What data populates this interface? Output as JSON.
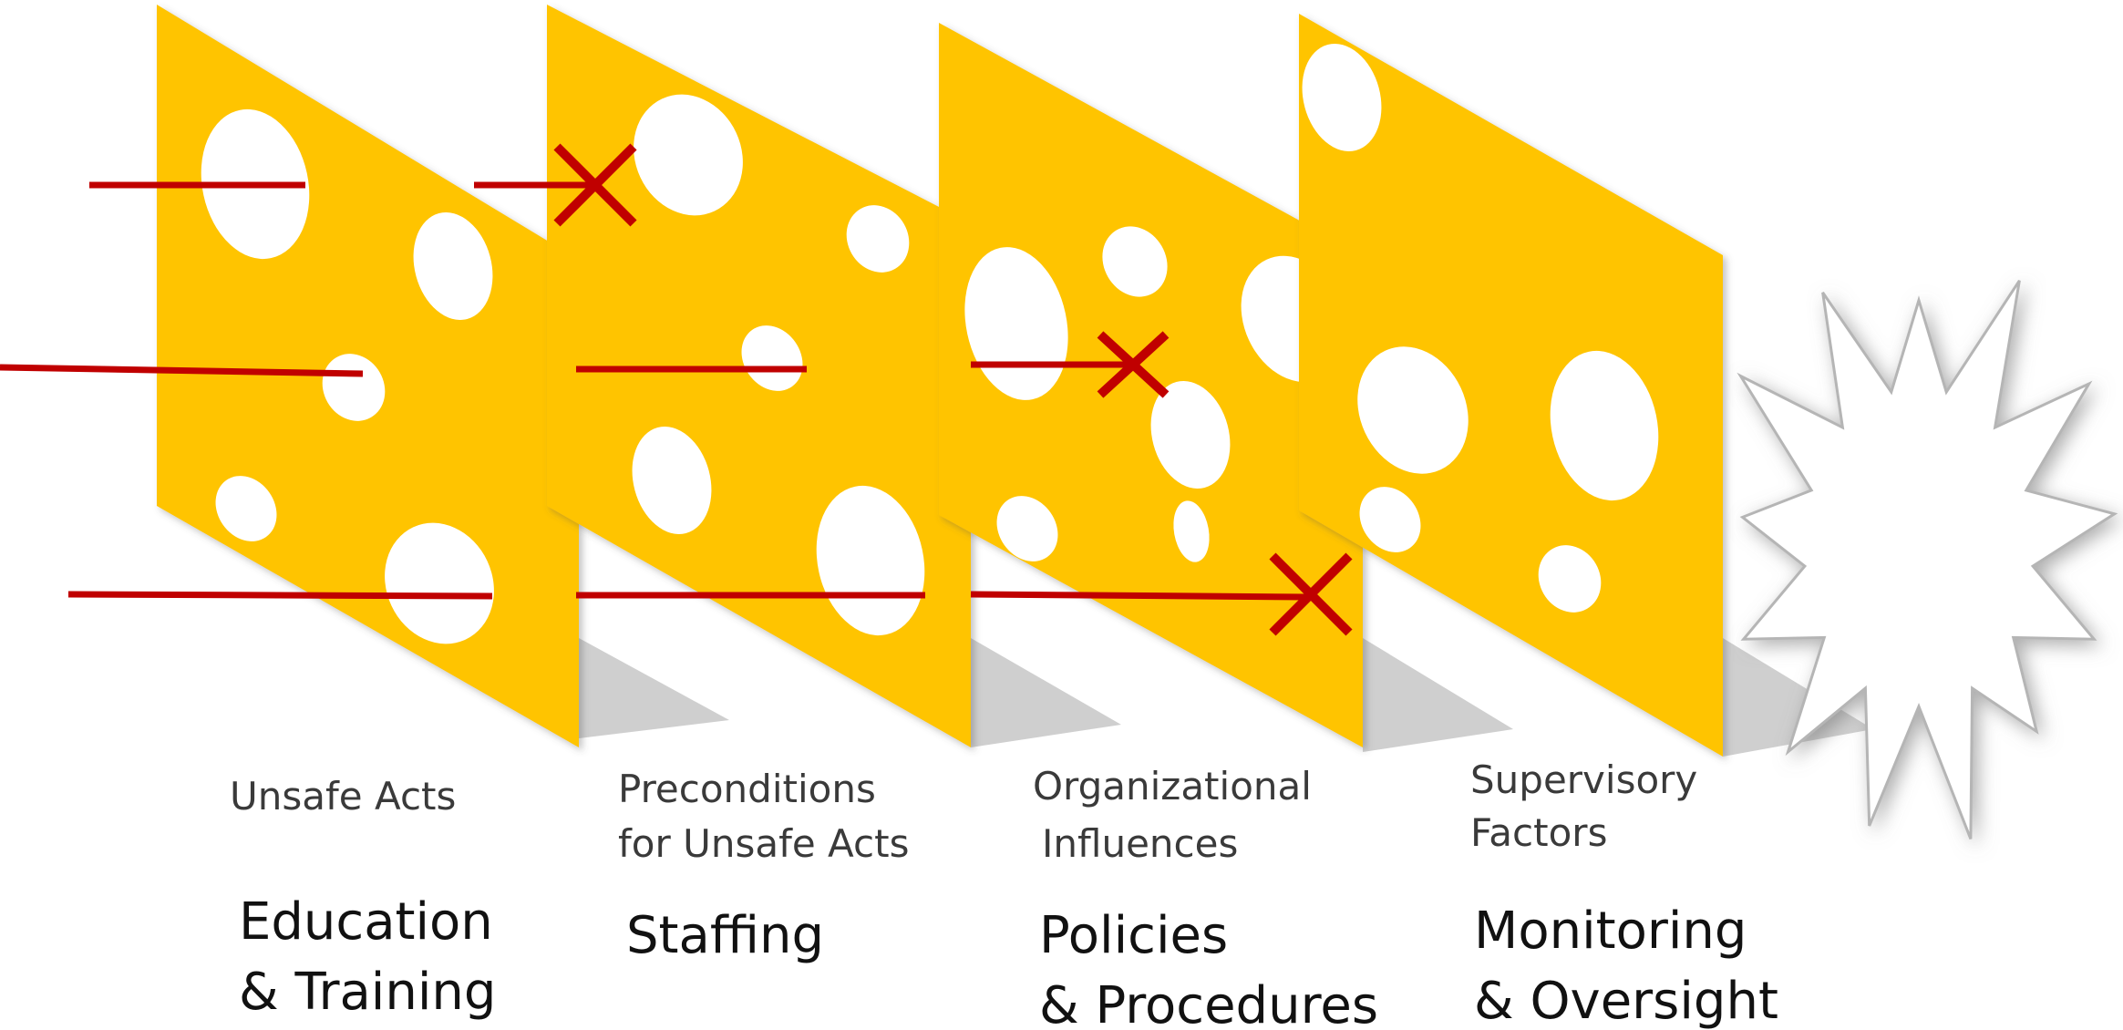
{
  "diagram": {
    "colors": {
      "slice": "#ffc400",
      "hole": "#ffffff",
      "trajectory": "#c00000",
      "shadow": "#cfcfcf",
      "starburst_edge": "#b5b5b5"
    },
    "layers": [
      {
        "category": [
          "Unsafe Acts"
        ],
        "control": [
          "Education",
          "& Training"
        ]
      },
      {
        "category": [
          "Preconditions",
          "for Unsafe Acts"
        ],
        "control": [
          "Staffing"
        ]
      },
      {
        "category": [
          "Organizational",
          "Influences"
        ],
        "control": [
          "Policies",
          "& Procedures"
        ]
      },
      {
        "category": [
          "Supervisory",
          "Factors"
        ],
        "control": [
          "Monitoring",
          "& Oversight"
        ]
      }
    ],
    "outcome_icon": "explosion-starburst-icon",
    "blocked_marker_icon": "red-x-icon"
  }
}
